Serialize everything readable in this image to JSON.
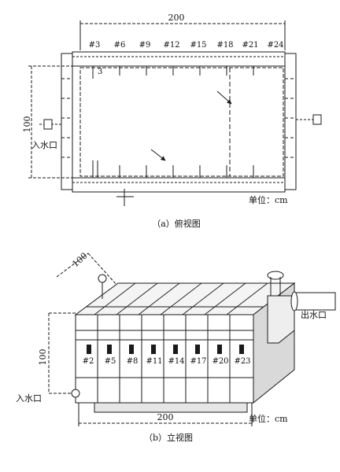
{
  "top_view": {
    "dim_width": "200",
    "dim_height": "100",
    "dim_tick": "3",
    "inlet_label": "入水口",
    "unit_label": "单位：cm",
    "caption": "（a）俯视图",
    "port_numbers": [
      "#3",
      "#6",
      "#9",
      "#12",
      "#15",
      "#18",
      "#21",
      "#24"
    ]
  },
  "front_view": {
    "dim_depth": "100",
    "dim_height": "100",
    "dim_width": "200",
    "inlet_label": "入水口",
    "outlet_label": "出水口",
    "unit_label": "单位：cm",
    "caption": "（b）立视图",
    "port_numbers": [
      "#2",
      "#5",
      "#8",
      "#11",
      "#14",
      "#17",
      "#20",
      "#23"
    ]
  },
  "colors": {
    "line": "#1a1a1a",
    "panel": "#f4f4f4",
    "shade": "#d9d9d9"
  }
}
